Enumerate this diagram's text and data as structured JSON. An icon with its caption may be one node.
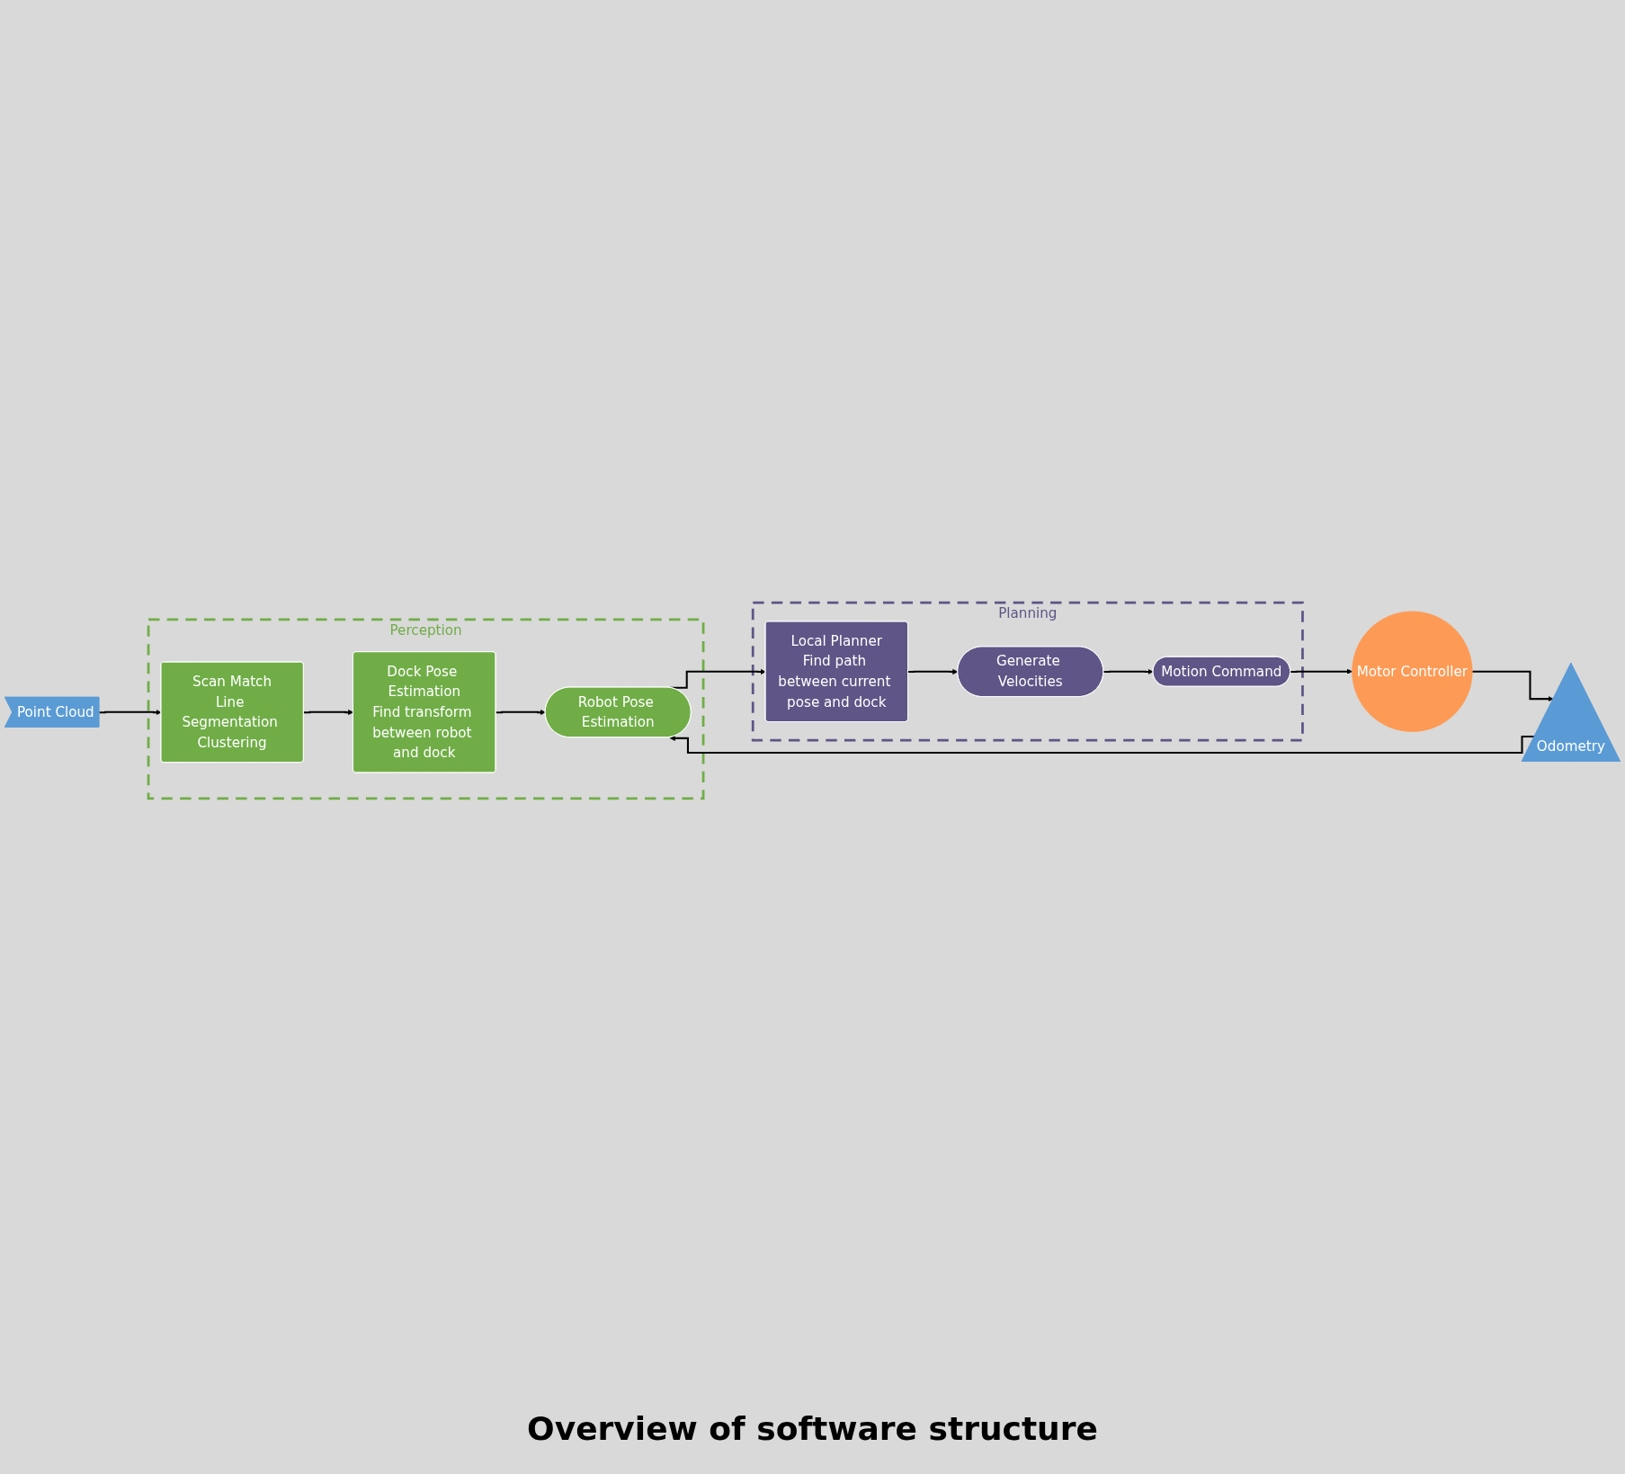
{
  "diagram": {
    "caption": "Overview of software structure",
    "nodes": [
      {
        "text": [
          "Perception"
        ]
      },
      {
        "text": [
          "Scan Match",
          "Line Segmentation Clustering"
        ],
        "in": 0
      },
      {
        "text": [
          "Dock Pose Estimation",
          "Find transform between robot and dock"
        ],
        "in": 0
      },
      {
        "text": [
          "Robot Pose Estimation"
        ],
        "in": 0
      },
      {
        "text": [
          "Planning"
        ]
      },
      {
        "text": [
          "Local Planner",
          "Find path between current pose and dock"
        ],
        "in": 4
      },
      {
        "text": [
          "Generate Velocities"
        ],
        "in": 4
      },
      {
        "text": [
          "Motion Command"
        ],
        "in": 4
      },
      {
        "text": [
          "Point Cloud"
        ]
      },
      {
        "text": [
          "Odometry"
        ]
      },
      {
        "text": [
          "Motor Controller"
        ]
      }
    ],
    "edges": [
      {
        "from": 8,
        "to": 1,
        "arrow": "to"
      },
      {
        "from": 1,
        "to": 2,
        "arrow": "to"
      },
      {
        "from": 2,
        "to": 3,
        "arrow": "to"
      },
      {
        "from": 3,
        "to": 5,
        "arrow": "to"
      },
      {
        "from": 5,
        "to": 6,
        "arrow": "to"
      },
      {
        "from": 6,
        "to": 7,
        "arrow": "to"
      },
      {
        "from": 7,
        "to": 10,
        "arrow": "to"
      },
      {
        "from": 10,
        "to": 9,
        "arrow": "to"
      },
      {
        "from": 9,
        "to": 3,
        "arrow": "to"
      }
    ]
  }
}
